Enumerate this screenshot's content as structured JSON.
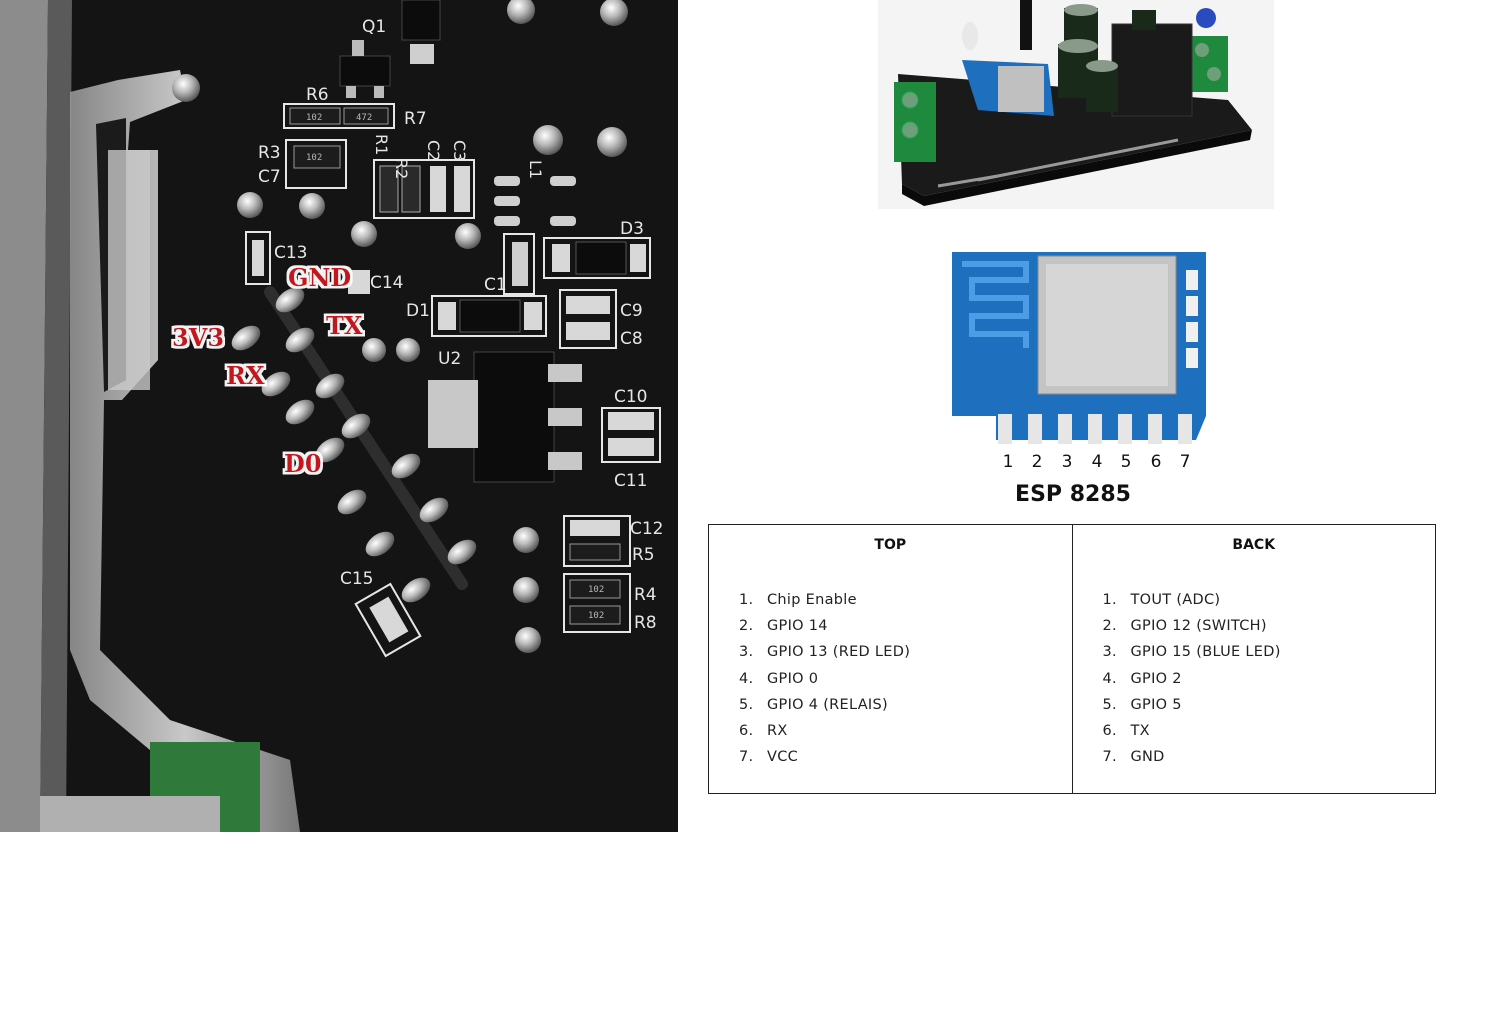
{
  "pcb_labels": {
    "gnd": "GND",
    "v3v3": "3V3",
    "tx": "TX",
    "rx": "RX",
    "d0": "D0"
  },
  "silkscreen": {
    "q1": "Q1",
    "r6": "R6",
    "r7": "R7",
    "r3": "R3",
    "c7": "C7",
    "r2": "R2",
    "c2": "C2",
    "c3": "C3",
    "r1": "R1",
    "l1": "L1",
    "c13": "C13",
    "c14": "C14",
    "d1": "D1",
    "c1": "C1",
    "d3": "D3",
    "c9": "C9",
    "c8": "C8",
    "u2": "U2",
    "c10": "C10",
    "c11": "C11",
    "c12": "C12",
    "r5": "R5",
    "r4": "R4",
    "r8": "R8",
    "c15": "C15",
    "smd_102a": "102",
    "smd_472": "472",
    "smd_102b": "102",
    "smd_102c": "102",
    "smd_102d": "102"
  },
  "esp_module": {
    "title": "ESP 8285",
    "pin_numbers": [
      "1",
      "2",
      "3",
      "4",
      "5",
      "6",
      "7"
    ]
  },
  "pin_table": {
    "top": {
      "header": "TOP",
      "pins": [
        "Chip Enable",
        "GPIO 14",
        "GPIO 13 (RED LED)",
        "GPIO 0",
        "GPIO 4 (RELAIS)",
        "RX",
        "VCC"
      ]
    },
    "back": {
      "header": "BACK",
      "pins": [
        "TOUT (ADC)",
        "GPIO 12 (SWITCH)",
        "GPIO 15 (BLUE LED)",
        "GPIO 2",
        "GPIO 5",
        "TX",
        "GND"
      ]
    }
  },
  "colors": {
    "label_red": "#c4161c",
    "pcb_black": "#141414",
    "silk_white": "#e6e6e6",
    "module_blue": "#1f6fbf",
    "terminal_green": "#1f8a3d"
  }
}
